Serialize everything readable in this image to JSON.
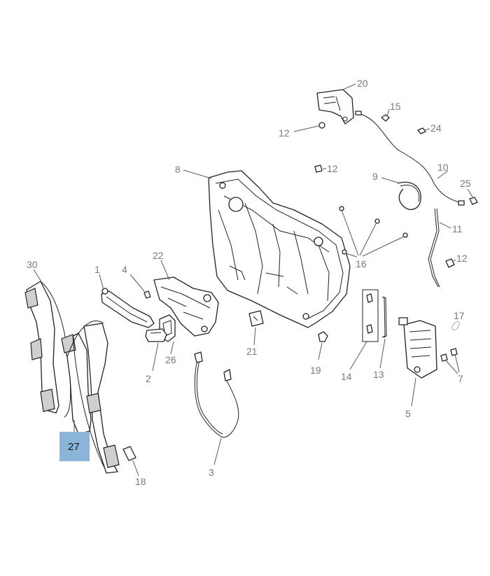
{
  "callouts": {
    "c1": "1",
    "c2": "2",
    "c3": "3",
    "c4": "4",
    "c5": "5",
    "c7": "7",
    "c8": "8",
    "c9": "9",
    "c10": "10",
    "c11": "11",
    "c12a": "12",
    "c12b": "12",
    "c12c": "12",
    "c13": "13",
    "c14": "14",
    "c15": "15",
    "c16": "16",
    "c17": "17",
    "c18": "18",
    "c19": "19",
    "c20": "20",
    "c21": "21",
    "c22": "22",
    "c24": "24",
    "c25": "25",
    "c26": "26",
    "c27": "27",
    "c30": "30"
  },
  "highlighted_callout": "27",
  "colors": {
    "highlight": "#8ab5d9",
    "callout_text": "#7a7a7a",
    "line_art": "#222222"
  }
}
